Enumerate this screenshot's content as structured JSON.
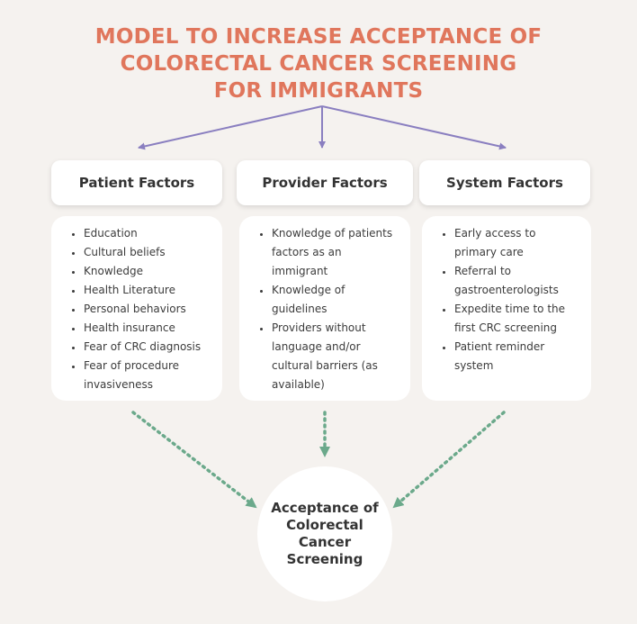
{
  "title": {
    "line1": "MODEL TO INCREASE ACCEPTANCE OF",
    "line2": "COLORECTAL CANCER SCREENING",
    "line3": "FOR IMMIGRANTS"
  },
  "colors": {
    "title": "#e0765c",
    "arrow_top": "#8a7fc0",
    "arrow_bottom": "#6ba98b",
    "background": "#f5f2ef"
  },
  "factors": [
    {
      "header": "Patient Factors",
      "items": [
        "Education",
        "Cultural beliefs",
        "Knowledge",
        "Health Literature",
        "Personal behaviors",
        "Health insurance",
        "Fear of CRC diagnosis",
        "Fear of procedure invasiveness"
      ]
    },
    {
      "header": "Provider Factors",
      "items": [
        "Knowledge of patients factors as an immigrant",
        "Knowledge of guidelines",
        "Providers without language and/or cultural barriers (as available)"
      ]
    },
    {
      "header": "System Factors",
      "items": [
        "Early access to primary care",
        "Referral to gastroenterologists",
        "Expedite time to the first CRC screening",
        "Patient reminder system"
      ]
    }
  ],
  "outcome": {
    "line1": "Acceptance of",
    "line2": "Colorectal",
    "line3": "Cancer",
    "line4": "Screening"
  }
}
